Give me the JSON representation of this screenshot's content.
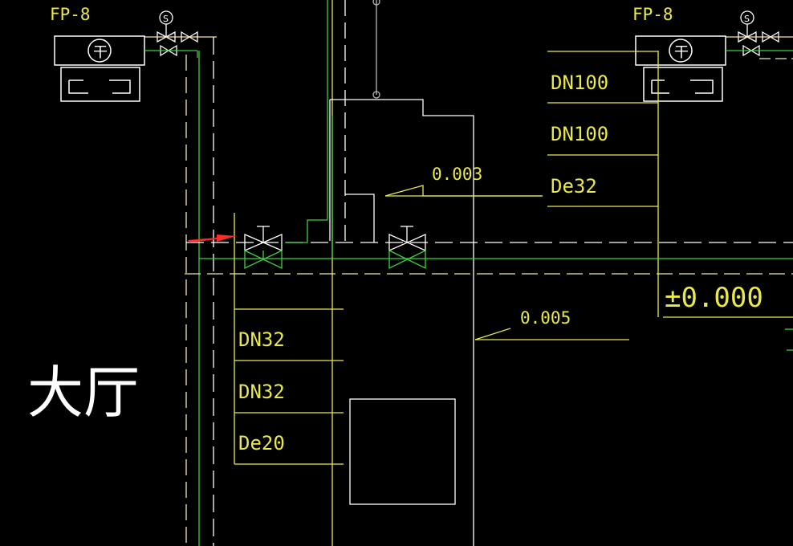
{
  "colors": {
    "background": "#000000",
    "yellow": "#e9e94a",
    "green": "#3fd13f",
    "white": "#ffffff",
    "pale_yellow": "#f3e8b0",
    "grey": "#b8b8b8",
    "arrow": "#ff2a2a"
  },
  "units": {
    "left_label": "FP-8",
    "right_label": "FP-8",
    "symbol_s": "S",
    "symbol_fan": "干"
  },
  "pipes_left": {
    "size_1": "DN32",
    "size_2": "DN32",
    "size_3": "De20"
  },
  "pipes_right": {
    "size_1": "DN100",
    "size_2": "DN100",
    "size_3": "De32"
  },
  "slopes": {
    "upper": "0.003",
    "lower": "0.005"
  },
  "elevation": "±0.000",
  "room_name": "大厅"
}
